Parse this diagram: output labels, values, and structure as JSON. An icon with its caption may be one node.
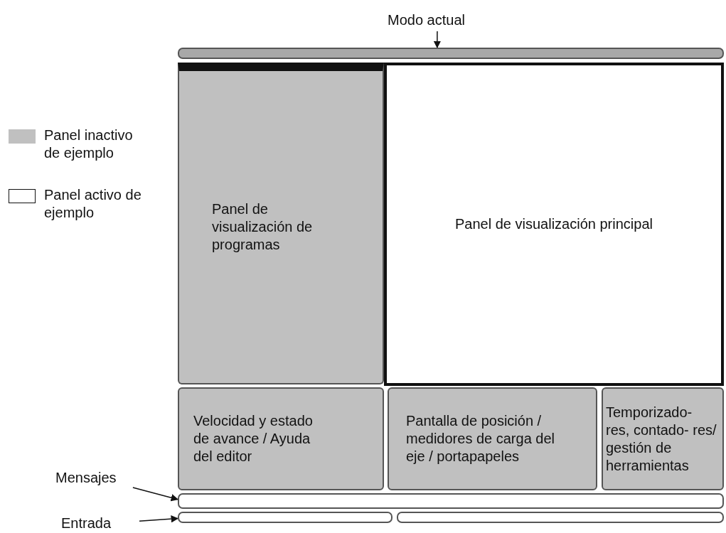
{
  "diagram": {
    "nodes": [
      {
        "text": [
          "Modo actual"
        ]
      },
      {
        "text": [],
        "shape": "bar"
      },
      {
        "text": [
          "Panel de visualización de programas"
        ]
      },
      {
        "text": [
          "Panel de visualización principal"
        ]
      },
      {
        "text": [
          "Velocidad y estado de avance / Ayuda del editor"
        ]
      },
      {
        "text": [
          "Pantalla de posición / medidores de carga del eje / portapapeles"
        ]
      },
      {
        "text": [
          "Temporizado- res, contado- res/ gestión de herramientas"
        ]
      },
      {
        "text": [
          "Mensajes"
        ]
      },
      {
        "text": [],
        "shape": "bar"
      },
      {
        "text": [
          "Entrada"
        ]
      },
      {
        "text": [],
        "shape": "bar"
      },
      {
        "text": [],
        "shape": "bar"
      }
    ],
    "edges": [
      {
        "from": 0,
        "to": 1,
        "arrow": "to"
      },
      {
        "from": 7,
        "to": 8,
        "arrow": "to"
      },
      {
        "from": 9,
        "to": 10,
        "arrow": "to"
      }
    ],
    "legend": [
      {
        "text": "Panel inactivo de ejemplo",
        "color": "#c0c0c0"
      },
      {
        "text": "Panel activo de ejemplo",
        "color": "#ffffff"
      }
    ]
  }
}
